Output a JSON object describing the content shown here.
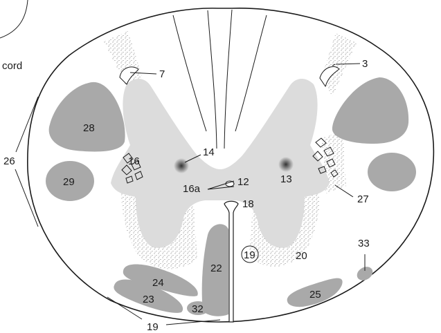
{
  "caption_fragment": "cord",
  "labels": {
    "l3": "3",
    "l7": "7",
    "l12": "12",
    "l13": "13",
    "l14": "14",
    "l16": "16",
    "l16a": "16a",
    "l18": "18",
    "l19": "19",
    "l19_circled": "19",
    "l20": "20",
    "l22": "22",
    "l23": "23",
    "l24": "24",
    "l25": "25",
    "l26": "26",
    "l27": "27",
    "l28": "28",
    "l29": "29",
    "l32": "32",
    "l33": "33"
  },
  "colors": {
    "white_matter": "#ffffff",
    "gray_matter": "#dcdcdc",
    "tracts": "#a9a9a9",
    "stipple": "#555555",
    "outline": "#1a1a1a"
  }
}
